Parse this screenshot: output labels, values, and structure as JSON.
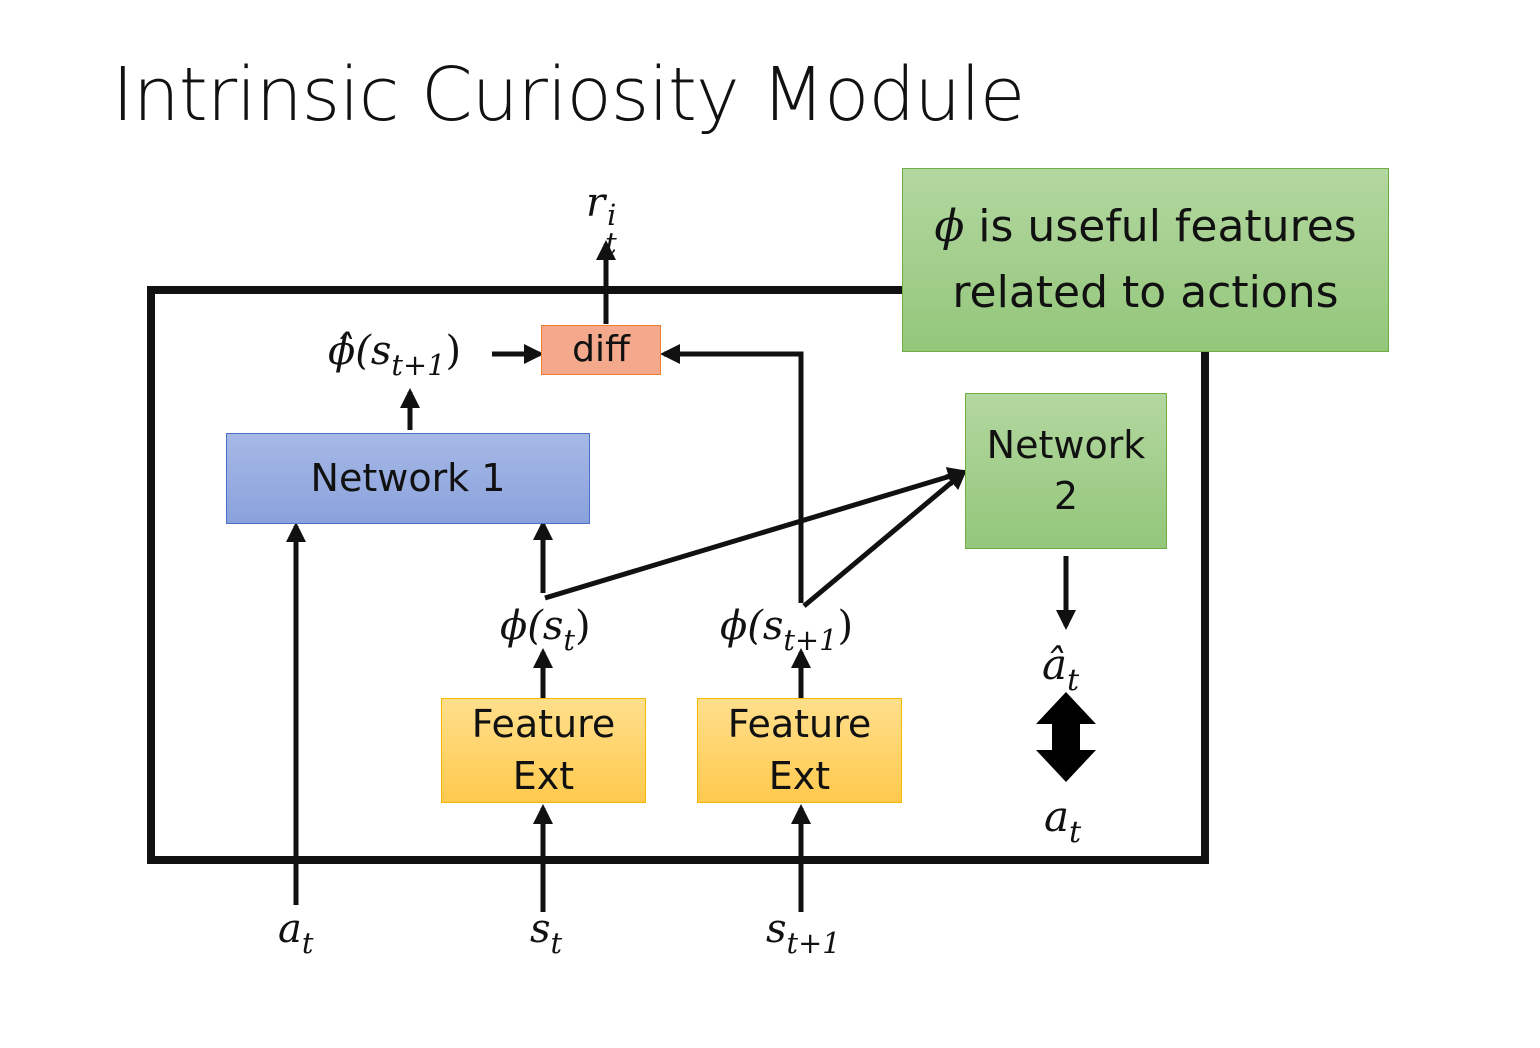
{
  "title": "Intrinsic Curiosity Module",
  "boxes": {
    "diff": "diff",
    "network1": "Network 1",
    "network2_line1": "Network",
    "network2_line2": "2",
    "feature_ext_1_line1": "Feature",
    "feature_ext_1_line2": "Ext",
    "feature_ext_2_line1": "Feature",
    "feature_ext_2_line2": "Ext"
  },
  "callout": {
    "symbol": "ϕ",
    "line1_rest": " is useful features",
    "line2": "related to actions"
  },
  "math": {
    "reward_base": "r",
    "reward_sub": "t",
    "reward_sup": "i",
    "phi_hat_pred": "ϕ̂(s",
    "phi_hat_sub": "t+1",
    "close_paren": ")",
    "phi_st": "ϕ(s",
    "phi_st_sub": "t",
    "phi_st1": "ϕ(s",
    "phi_st1_sub": "t+1",
    "a_hat": "â",
    "a_hat_sub": "t",
    "a": "a",
    "a_sub": "t",
    "input_a": "a",
    "input_a_sub": "t",
    "input_s": "s",
    "input_s_sub": "t",
    "input_s1": "s",
    "input_s1_sub": "t+1"
  },
  "colors": {
    "network1_fill": "#8fa7dc",
    "network1_border": "#4a6fc6",
    "green_fill": "#a5cf8f",
    "green_border": "#70ad47",
    "feature_fill": "#ffd470",
    "feature_border": "#f5b800",
    "diff_fill": "#f4a98c",
    "diff_border": "#ed7d31"
  }
}
